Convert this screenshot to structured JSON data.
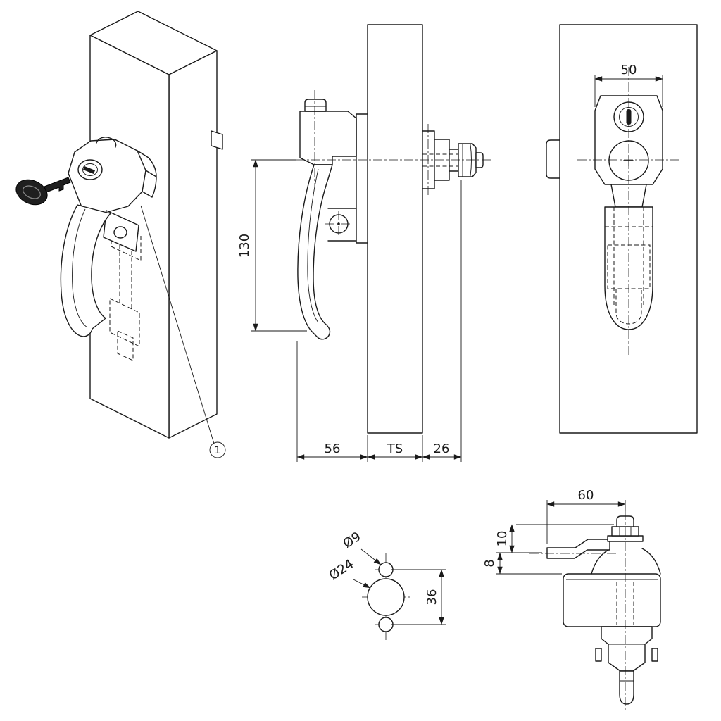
{
  "drawing": {
    "background": "#ffffff",
    "line_color": "#1a1a1a",
    "callout": {
      "label": "1"
    },
    "dims": {
      "side_height": "130",
      "side_front_depth": "56",
      "side_panel_thickness": "TS",
      "side_rear_depth": "26",
      "front_width": "50",
      "drill_small_dia": "Ø9",
      "drill_large_dia": "Ø24",
      "drill_spacing": "36",
      "section_length": "60",
      "section_offset_upper": "10",
      "section_offset_lower": "8"
    }
  }
}
